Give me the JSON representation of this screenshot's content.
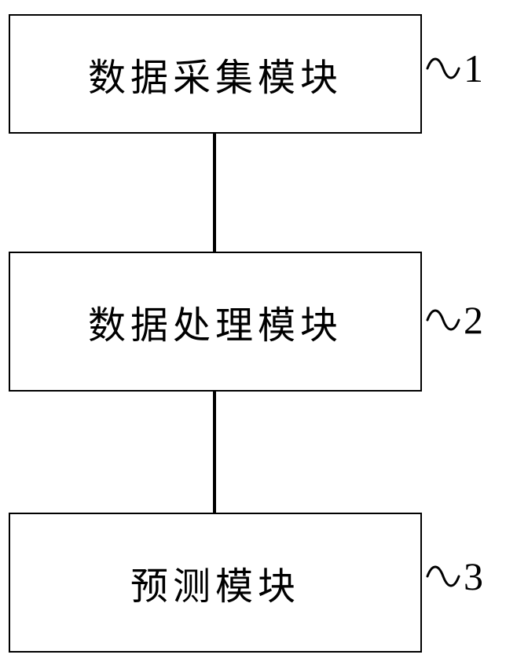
{
  "diagram": {
    "type": "block-diagram",
    "nodes": [
      {
        "label": "数据采集模块",
        "ref": "1"
      },
      {
        "label": "数据处理模块",
        "ref": "2"
      },
      {
        "label": "预测模块",
        "ref": "3"
      }
    ],
    "connections": [
      {
        "from": 0,
        "to": 1
      },
      {
        "from": 1,
        "to": 2
      }
    ]
  },
  "colors": {
    "border": "#000000",
    "background": "#ffffff",
    "text": "#000000"
  }
}
